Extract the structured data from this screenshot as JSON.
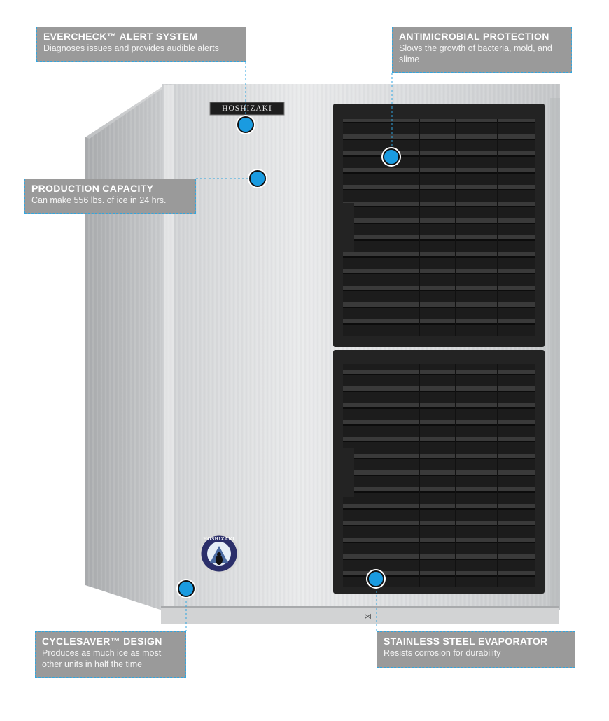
{
  "brand": {
    "top_badge": "HOSHIZAKI",
    "seal_text": "HOSHIZAKI"
  },
  "callouts": [
    {
      "title": "EVERCHECK™ ALERT SYSTEM",
      "desc": "Diagnoses issues and provides audible alerts"
    },
    {
      "title": "ANTIMICROBIAL PROTECTION",
      "desc": "Slows the growth of bacteria, mold, and slime"
    },
    {
      "title": "PRODUCTION CAPACITY",
      "desc": "Can make 556  lbs. of ice in 24 hrs."
    },
    {
      "title": "CYCLESAVER™ DESIGN",
      "desc": "Produces as much ice as most other units in half the time"
    },
    {
      "title": "STAINLESS STEEL EVAPORATOR",
      "desc": "Resists corrosion for durability"
    }
  ],
  "colors": {
    "hotspot": "#1a9be0",
    "callout_bg": "#9a9a9a",
    "dashed_line": "#2fa6e0"
  }
}
